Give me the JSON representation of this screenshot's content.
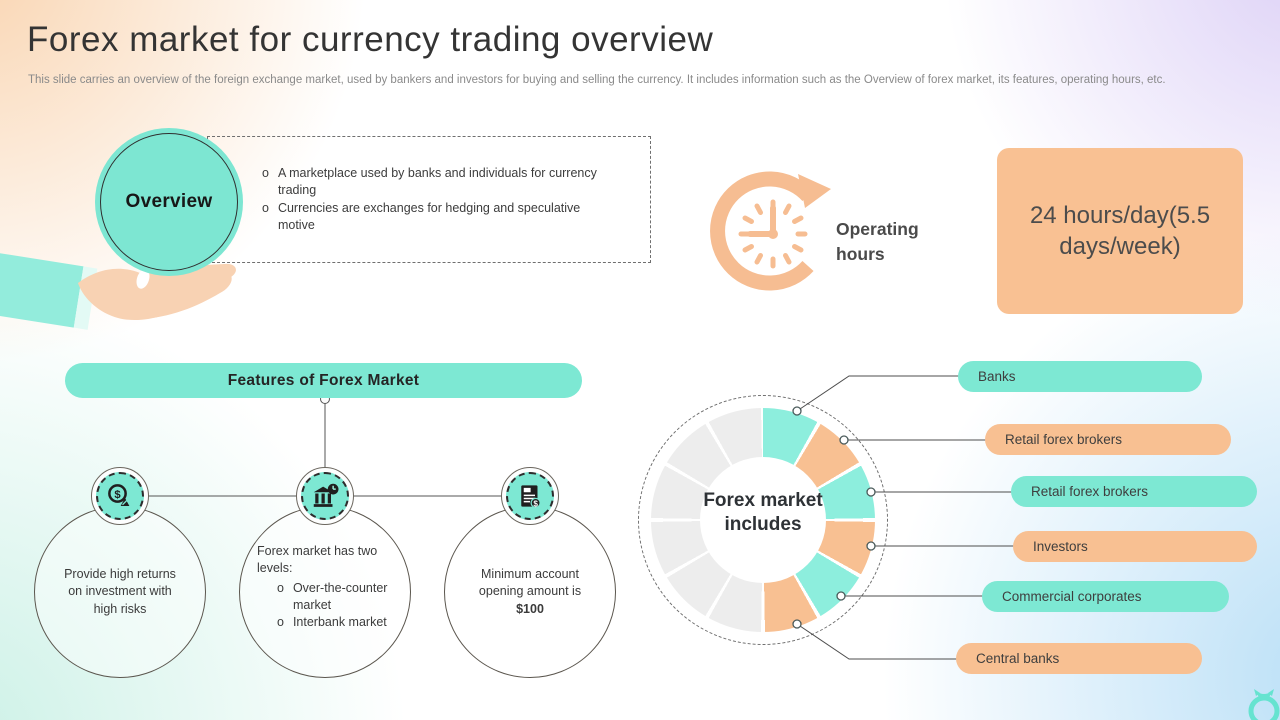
{
  "slide": {
    "title": "Forex market for currency trading overview",
    "subtitle": "This slide carries an overview of the foreign exchange market, used by bankers and investors for buying and selling the currency. It includes information such as the Overview of forex market, its features, operating hours, etc."
  },
  "overview": {
    "label": "Overview",
    "bullet_char": "o",
    "bullets": [
      "A marketplace used by banks and individuals for currency trading",
      "Currencies are exchanges for hedging and speculative motive"
    ]
  },
  "operating_hours": {
    "label": "Operating hours",
    "value": "24 hours/day(5.5 days/week)"
  },
  "features": {
    "title": "Features of Forex Market",
    "item1": {
      "icon": "coin-risk-icon",
      "text": "Provide high returns on investment with high risks"
    },
    "item2": {
      "icon": "bank-levels-icon",
      "intro": "Forex market has two levels:",
      "bullets": [
        "Over-the-counter market",
        "Interbank market"
      ]
    },
    "item3": {
      "icon": "invoice-dollar-icon",
      "text_prefix": "Minimum account opening amount is ",
      "text_bold": "$100"
    }
  },
  "market_includes": {
    "center_label": "Forex market includes",
    "labels": [
      {
        "text": "Banks",
        "color": "#7de8d3"
      },
      {
        "text": "Retail forex brokers",
        "color": "#f8c092"
      },
      {
        "text": "Retail forex brokers",
        "color": "#7de8d3"
      },
      {
        "text": "Investors",
        "color": "#f8c092"
      },
      {
        "text": "Commercial corporates",
        "color": "#7de8d3"
      },
      {
        "text": "Central banks",
        "color": "#f8c092"
      }
    ]
  },
  "colors": {
    "teal": "#7de8d3",
    "orange": "#f8c092",
    "gray_segment": "#ededed",
    "title_text": "#343434",
    "body_text": "#3c3c3c"
  }
}
